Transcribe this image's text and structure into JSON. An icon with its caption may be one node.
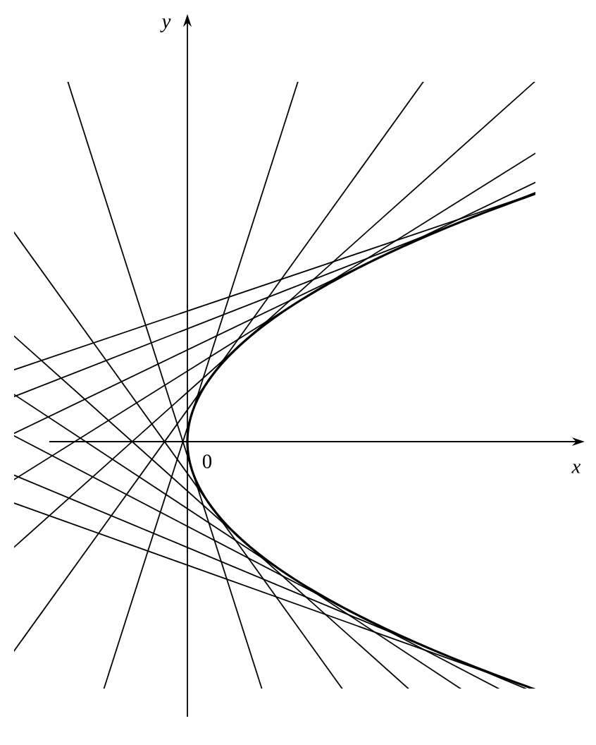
{
  "diagram": {
    "labels": [
      "y",
      "0",
      "x"
    ]
  }
}
